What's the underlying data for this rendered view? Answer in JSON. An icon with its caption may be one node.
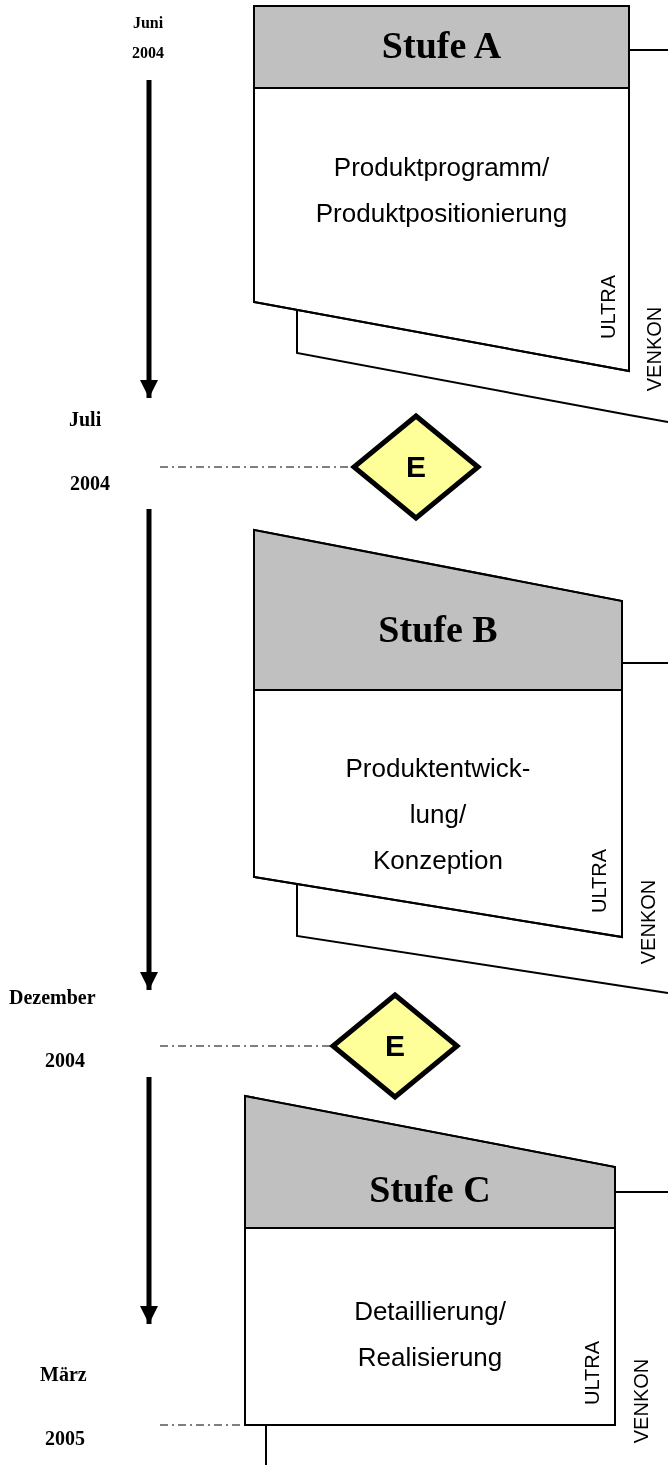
{
  "diagram": {
    "nodes": [
      {
        "text": [
          "Juni 2004"
        ]
      },
      {
        "text": [
          "Stufe A",
          "Produktprogramm/ Produktpositionierung",
          "ULTRA"
        ]
      },
      {
        "text": [
          "VENKON"
        ]
      },
      {
        "text": [
          "Juli",
          "2004"
        ]
      },
      {
        "text": [
          "E"
        ]
      },
      {
        "text": [
          "Stufe B",
          "Produktentwick- lung/ Konzeption",
          "ULTRA"
        ]
      },
      {
        "text": [
          "VENKON"
        ]
      },
      {
        "text": [
          "Dezember",
          "2004"
        ]
      },
      {
        "text": [
          "E"
        ]
      },
      {
        "text": [
          "Stufe C",
          "Detaillierung/ Realisierung",
          "ULTRA"
        ]
      },
      {
        "text": [
          "VENKON"
        ]
      },
      {
        "text": [
          "März",
          "2005"
        ]
      }
    ],
    "edges": [
      {
        "from": 0,
        "to": 3,
        "arrow": "to",
        "style": "thick"
      },
      {
        "from": 3,
        "to": 4,
        "arrow": "none",
        "style": "dashed"
      },
      {
        "from": 3,
        "to": 7,
        "arrow": "to",
        "style": "thick"
      },
      {
        "from": 7,
        "to": 8,
        "arrow": "none",
        "style": "dashed"
      },
      {
        "from": 7,
        "to": 11,
        "arrow": "to",
        "style": "thick"
      },
      {
        "from": 11,
        "to": 9,
        "arrow": "none",
        "style": "dashed"
      }
    ]
  }
}
